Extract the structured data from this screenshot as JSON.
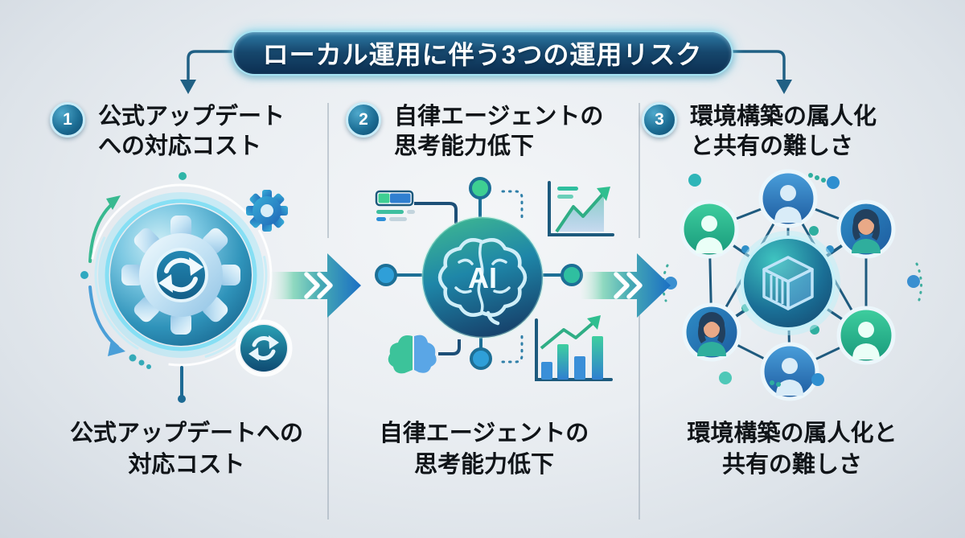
{
  "title": {
    "text": "ローカル運用に伴う3つの運用リスク"
  },
  "columns": [
    {
      "number": "1",
      "heading_line1": "公式アップデート",
      "heading_line2": "への対応コスト",
      "caption_line1": "公式アップデートへの",
      "caption_line2": "対応コスト",
      "illustration": "gear-update-cycle"
    },
    {
      "number": "2",
      "heading_line1": "自律エージェントの",
      "heading_line2": "思考能力低下",
      "caption_line1": "自律エージェントの",
      "caption_line2": "思考能力低下",
      "ai_label": "AI",
      "illustration": "ai-brain-network"
    },
    {
      "number": "3",
      "heading_line1": "環境構築の属人化",
      "heading_line2": "と共有の難しさ",
      "caption_line1": "環境構築の属人化と",
      "caption_line2": "共有の難しさ",
      "illustration": "people-container-network"
    }
  ],
  "flow": {
    "arrow_icon": "double-chevron-right-icon",
    "arrow_count": 2
  },
  "colors": {
    "background": "#e7ebef",
    "title_bg": "#16476d",
    "title_glow": "#a5e3f3",
    "heading_text": "#101418",
    "line_dark": "#1e5a7e",
    "accent_green": "#3ecf92",
    "accent_blue": "#2f8fd8",
    "arrow_gradient_start": "#84d6ba",
    "arrow_gradient_end": "#1b6fc4"
  }
}
